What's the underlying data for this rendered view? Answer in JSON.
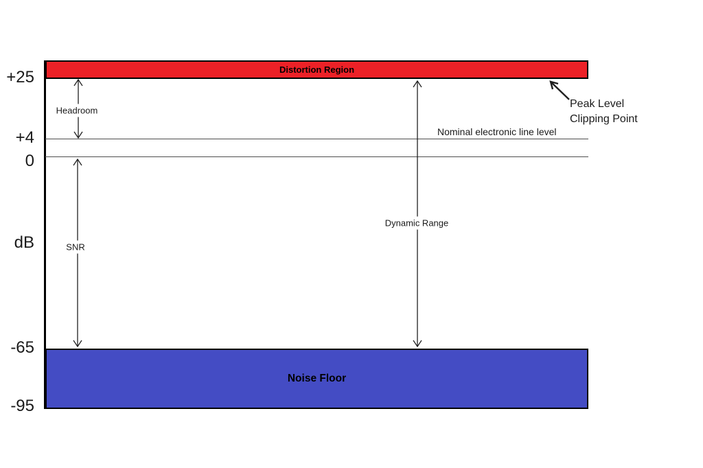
{
  "regions": {
    "distortion": "Distortion Region",
    "noise_floor": "Noise Floor"
  },
  "scale": {
    "plus25": "+25",
    "plus4": "+4",
    "zero": "0",
    "unit": "dB",
    "minus65": "-65",
    "minus95": "-95"
  },
  "annotations": {
    "headroom": "Headroom",
    "snr": "SNR",
    "dynamic_range": "Dynamic Range",
    "nominal_line_level": "Nominal electronic line level",
    "peak_level_line1": "Peak Level",
    "peak_level_line2": "Clipping Point"
  },
  "colors": {
    "distortion_red": "#EC2127",
    "noise_floor_blue": "#444CC4",
    "line_black": "#000000"
  }
}
